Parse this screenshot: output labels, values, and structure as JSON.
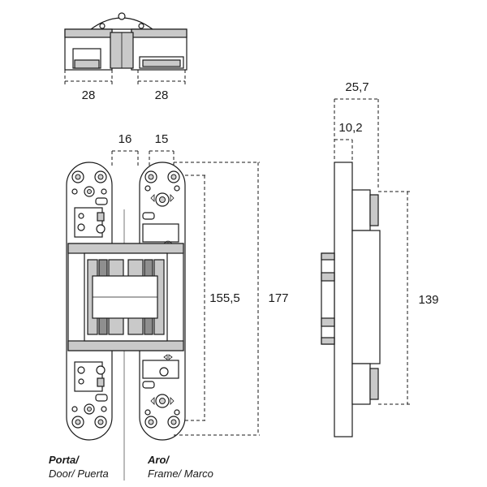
{
  "dimensions": {
    "top_left_width": "28",
    "top_right_width": "28",
    "door_offset": "16",
    "frame_offset": "15",
    "frame_inner_height": "155,5",
    "total_height": "177",
    "side_total_width": "25,7",
    "side_plate_width": "10,2",
    "side_body_height": "139"
  },
  "labels": {
    "door_title": "Porta/",
    "door_sub": "Door/ Puerta",
    "frame_title": "Aro/",
    "frame_sub": "Frame/ Marco"
  }
}
